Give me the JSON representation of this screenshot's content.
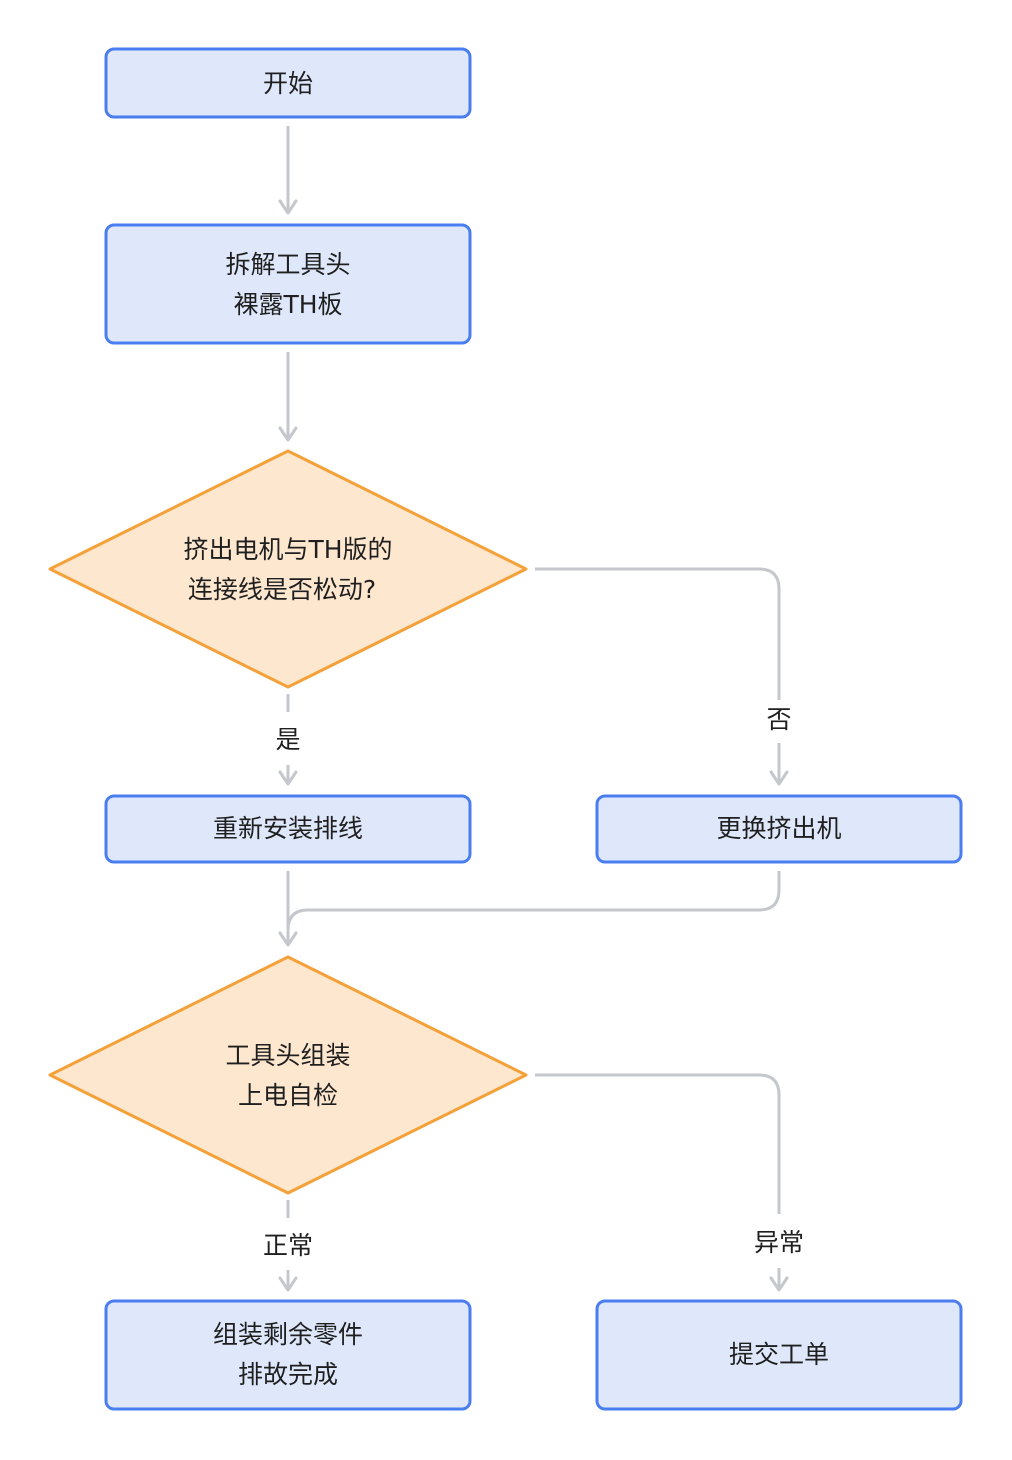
{
  "colors": {
    "process_fill": "#dfe8fb",
    "process_stroke": "#4a7ef0",
    "decision_fill": "#fde7cf",
    "decision_stroke": "#f5a139",
    "edge": "#c4c7cc",
    "background": "#ffffff"
  },
  "nodes": {
    "start": {
      "lines": [
        "开始"
      ]
    },
    "disassemble": {
      "lines": [
        "拆解工具头",
        "裸露TH板"
      ]
    },
    "check_loose": {
      "lines": [
        "挤出电机与TH版的",
        "连接线是否松动?"
      ]
    },
    "reinstall": {
      "lines": [
        "重新安装排线"
      ]
    },
    "replace": {
      "lines": [
        "更换挤出机"
      ]
    },
    "self_test": {
      "lines": [
        "工具头组装",
        "上电自检"
      ]
    },
    "finish": {
      "lines": [
        "组装剩余零件",
        "排故完成"
      ]
    },
    "ticket": {
      "lines": [
        "提交工单"
      ]
    }
  },
  "edge_labels": {
    "yes": "是",
    "no": "否",
    "normal": "正常",
    "abnormal": "异常"
  }
}
